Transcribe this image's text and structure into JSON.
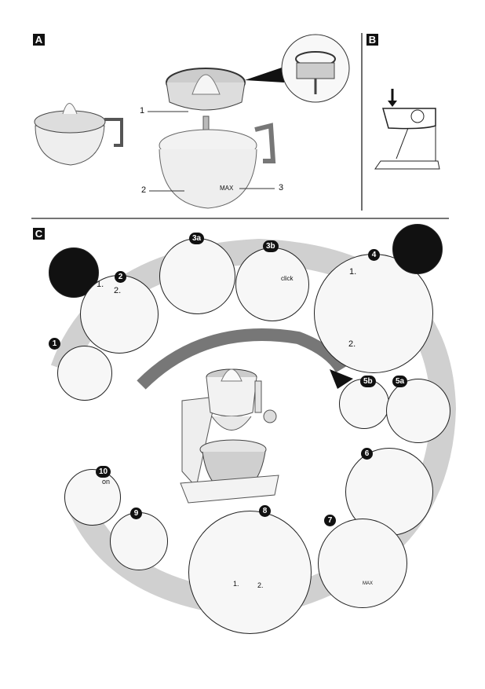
{
  "sections": {
    "a": {
      "label": "A",
      "callouts": {
        "one": "1",
        "two": "2",
        "three": "3"
      },
      "max_mark": "MAX"
    },
    "b": {
      "label": "B"
    },
    "c": {
      "label": "C",
      "steps": [
        "1",
        "2",
        "3a",
        "3b",
        "4",
        "5a",
        "5b",
        "6",
        "7",
        "8",
        "9",
        "10"
      ],
      "step2_sub": [
        "1.",
        "2."
      ],
      "step3b_text": "click",
      "step4_sub": [
        "1.",
        "2."
      ],
      "step8_sub": [
        "1.",
        "2."
      ],
      "step10_text": "on",
      "step7_max": "MAX"
    }
  }
}
